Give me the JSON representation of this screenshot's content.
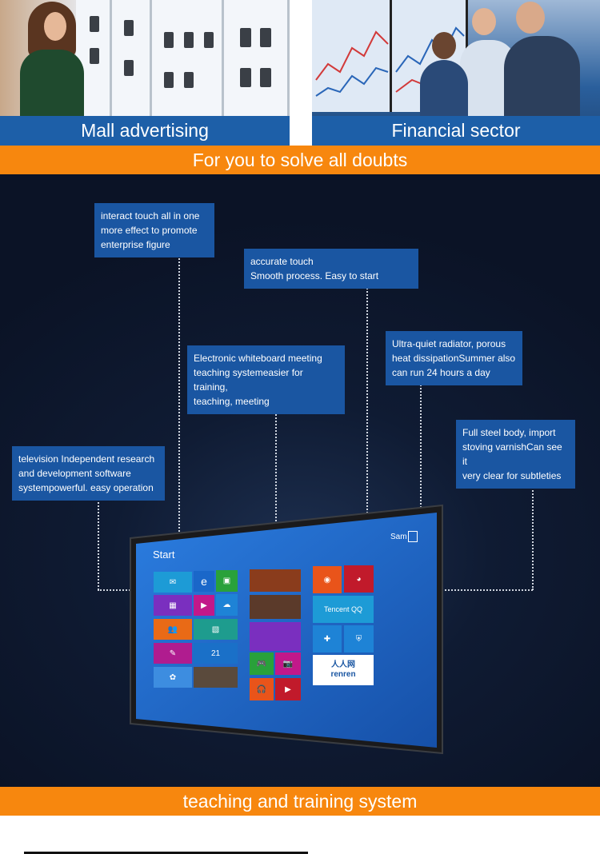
{
  "top_panels": {
    "left_caption": "Mall advertising",
    "right_caption": "Financial sector"
  },
  "banner_top": "For you to solve all doubts",
  "callouts": {
    "interact": "interact touch all in one\n more effect to promote\nenterprise figure",
    "accurate": "accurate touch\nSmooth process. Easy to start",
    "whiteboard": "Electronic whiteboard meeting\nteaching systemeasier for training,\nteaching, meeting",
    "radiator": "Ultra-quiet radiator, porous\nheat dissipationSummer also\ncan run 24 hours a day",
    "steel": "Full steel body, import\nstoving varnishCan see it\nvery clear for subtleties",
    "television": "television Independent research\nand development software\nsystempowerful.  easy operation"
  },
  "screen": {
    "start_label": "Start",
    "user_name": "Sam",
    "tencent_label": "Tencent QQ",
    "renren_cn": "人人网",
    "renren_en": "renren"
  },
  "banner_bottom": "teaching and training system",
  "colors": {
    "orange": "#f7870e",
    "caption_blue": "#1d5fa8",
    "callout_blue": "#1a56a2",
    "screen_blue": "#1f6fd1"
  }
}
